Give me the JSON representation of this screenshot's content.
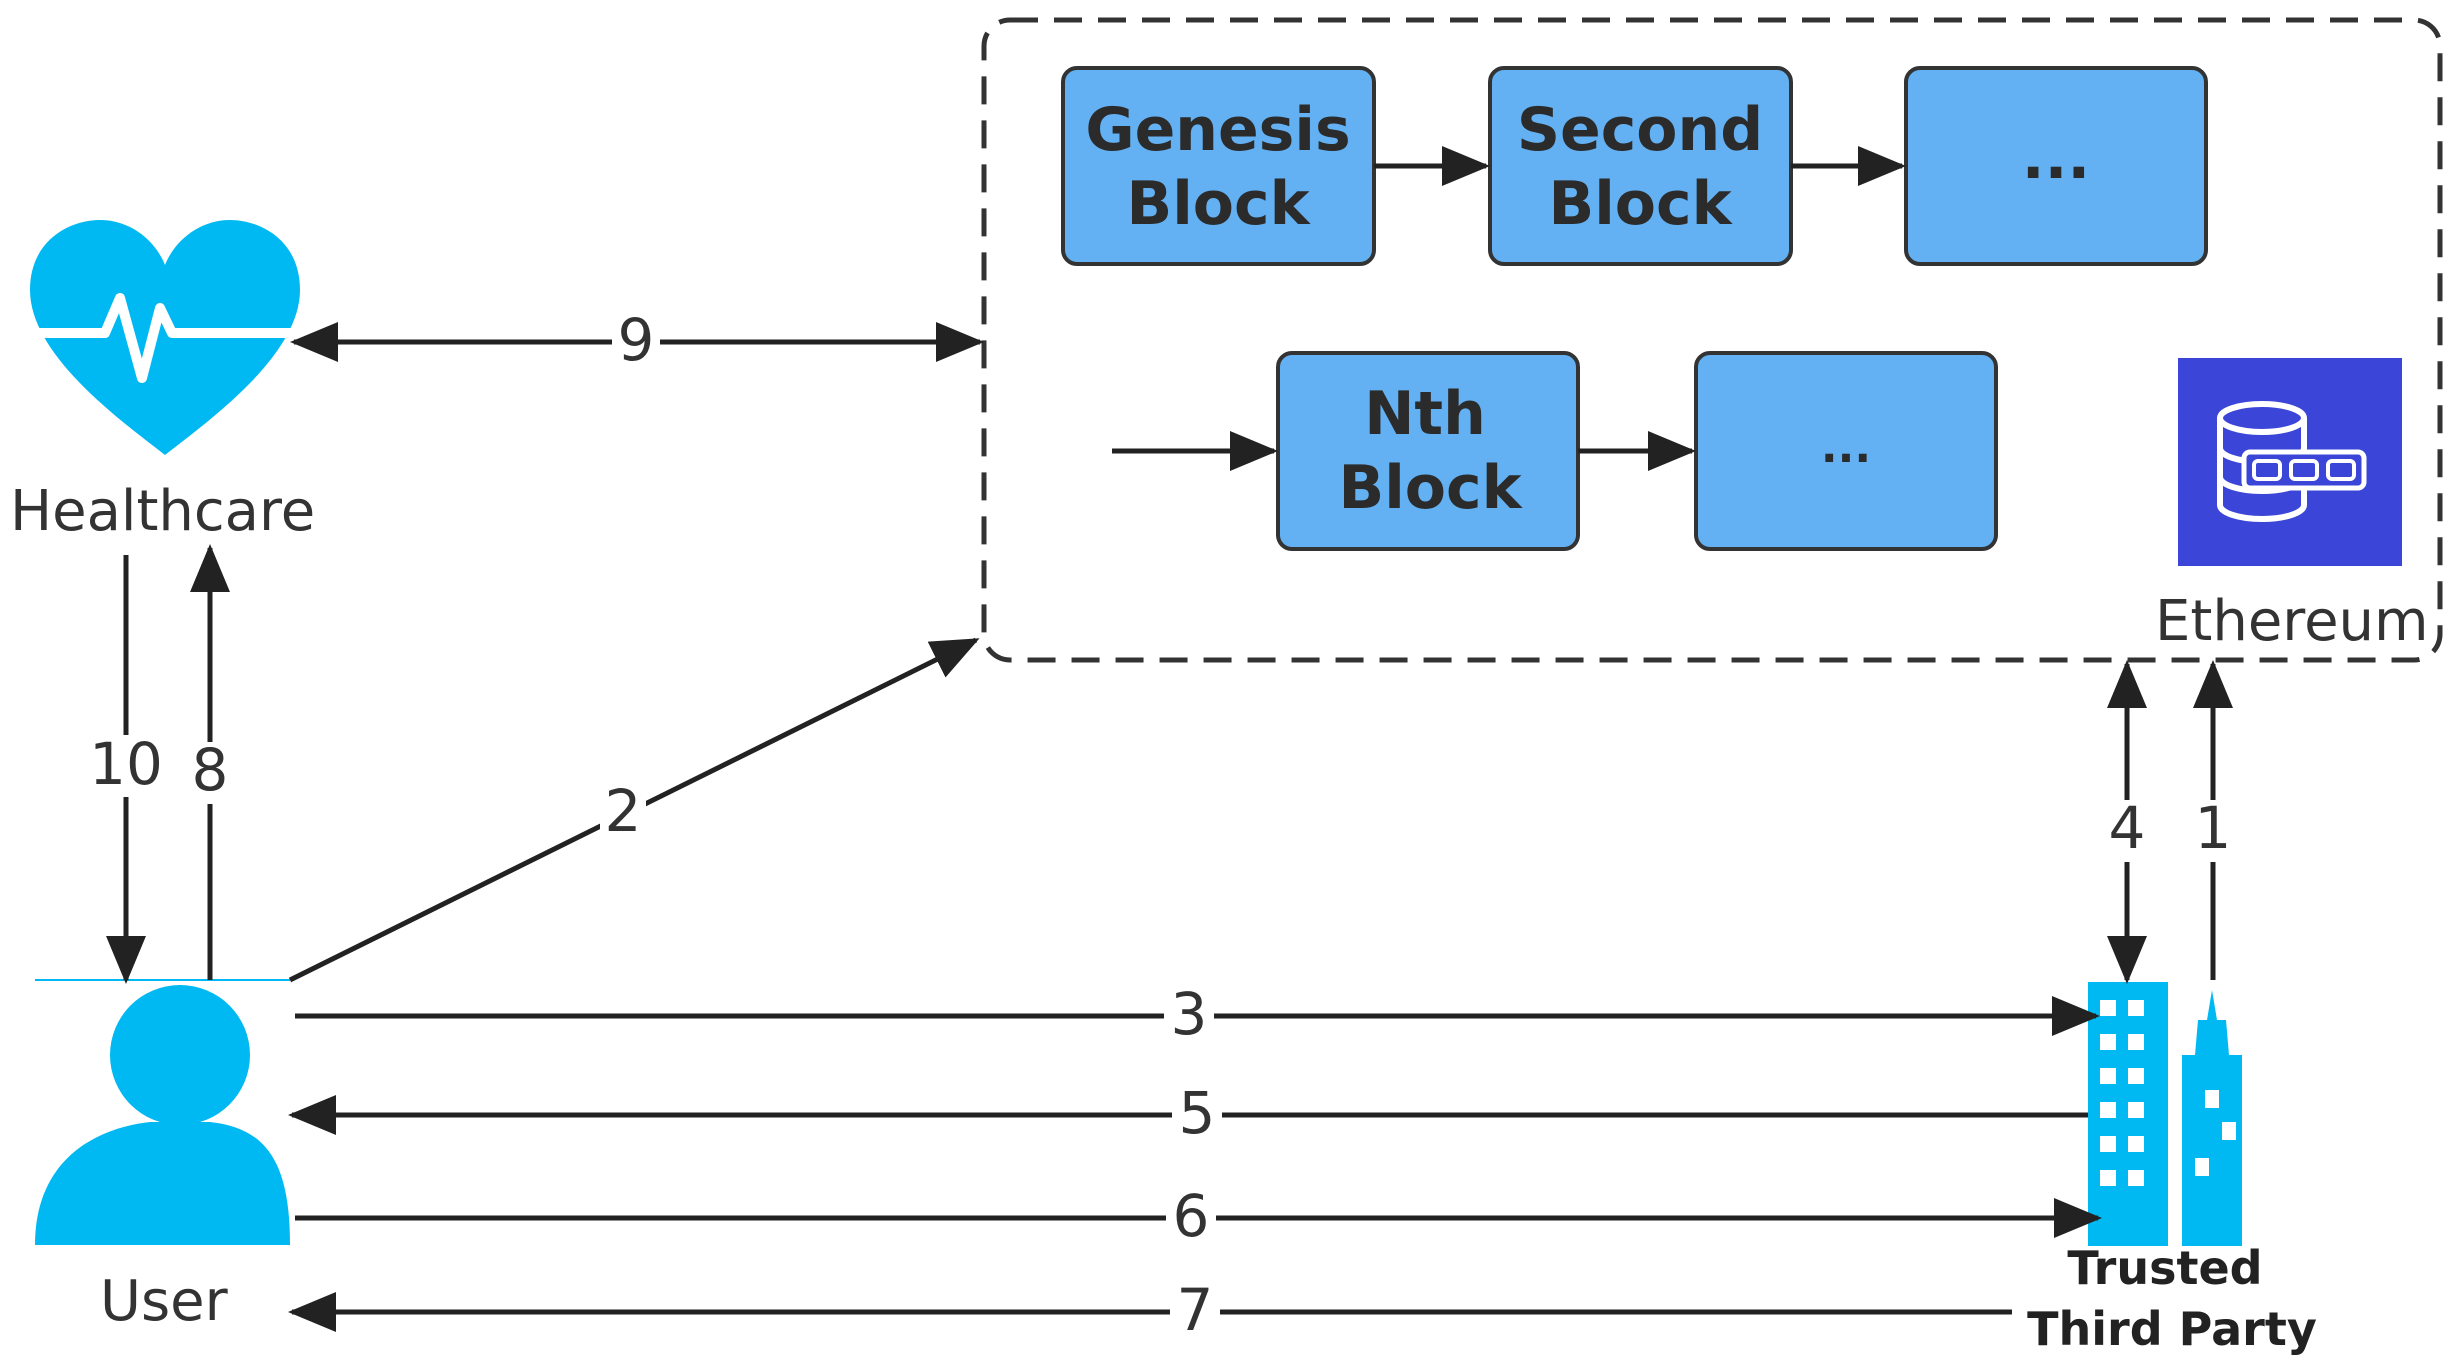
{
  "nodes": {
    "healthcare": {
      "label": "Healthcare",
      "icon": "heart-pulse-icon"
    },
    "user": {
      "label": "User",
      "icon": "user-icon"
    },
    "ttp": {
      "label_line1": "Trusted",
      "label_line2": "Third Party",
      "icon": "buildings-icon"
    },
    "ethereum": {
      "label": "Ethereum",
      "icon": "blockchain-database-icon"
    }
  },
  "blocks": {
    "genesis": {
      "line1": "Genesis",
      "line2": "Block"
    },
    "second": {
      "line1": "Second",
      "line2": "Block"
    },
    "more1": {
      "line1": "..."
    },
    "nth": {
      "line1": "Nth",
      "line2": "Block"
    },
    "more2": {
      "line1": "..."
    }
  },
  "edges": {
    "e1": "1",
    "e2": "2",
    "e3": "3",
    "e4": "4",
    "e5": "5",
    "e6": "6",
    "e7": "7",
    "e8": "8",
    "e9": "9",
    "e10": "10"
  },
  "colors": {
    "icon_cyan": "#00b9f2",
    "block_fill": "#63b1f2",
    "ethereum_icon_bg": "#3b46d8",
    "line": "#222222"
  }
}
